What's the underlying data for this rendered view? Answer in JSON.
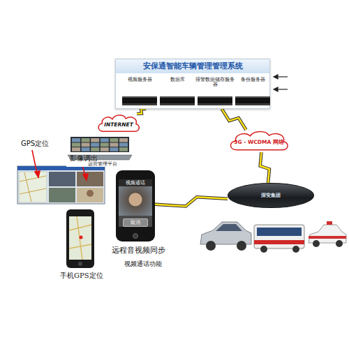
{
  "diagram": {
    "nodes": [
      {
        "text": [
          "安保通智能车辆管理管理系统"
        ]
      },
      {
        "text": [
          "视频服务器"
        ],
        "in": 0
      },
      {
        "text": [
          "数据库"
        ],
        "in": 0
      },
      {
        "text": [
          "报警数据储存服务器"
        ],
        "in": 0
      },
      {
        "text": [
          "备份服务器"
        ],
        "in": 0
      },
      {
        "text": [
          "INTERNET"
        ]
      },
      {
        "text": [
          "运营管理平台"
        ]
      },
      {
        "text": [
          "3G - WCDMA 网络"
        ]
      },
      {
        "text": [
          "视频通话",
          "取消"
        ]
      },
      {
        "text": [
          "深安集团"
        ]
      }
    ],
    "edges": [
      {
        "from": 0,
        "to": 5,
        "arrow": "none"
      },
      {
        "from": 0,
        "to": 7,
        "arrow": "none"
      },
      {
        "from": 7,
        "to": 9,
        "arrow": "none"
      },
      {
        "from": 8,
        "to": 9,
        "arrow": "none"
      }
    ],
    "labels": [
      "GPS定位",
      "影像调出",
      "远程音视频同步",
      "视频通话功能",
      "手机GPS定位"
    ]
  }
}
